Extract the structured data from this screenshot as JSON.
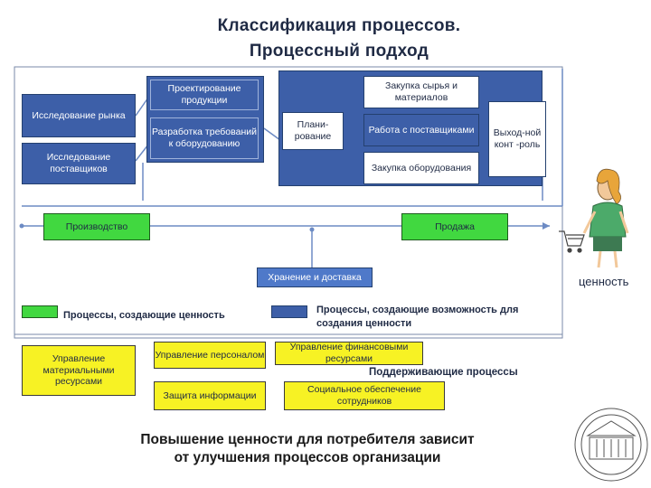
{
  "title": {
    "line1": "Классификация процессов.",
    "line2": "Процессный подход"
  },
  "boxes": {
    "market_research": "Исследование рынка",
    "supplier_research": "Исследование поставщиков",
    "product_design": "Проектирование продукции",
    "equipment_req": "Разработка требований к оборудованию",
    "planning": "Плани-рование",
    "purchase_raw": "Закупка сырья и материалов",
    "supplier_work": "Работа с поставщиками",
    "purchase_equipment": "Закупка оборудования",
    "output_control": "Выход-ной конт -роль",
    "production": "Производство",
    "sales": "Продажа",
    "storage": "Хранение и доставка"
  },
  "legend": {
    "value_processes": "Процессы, создающие ценность",
    "enabling_processes": "Процессы, создающие возможность для создания ценности",
    "supporting_processes": "Поддерживающие процессы"
  },
  "support_boxes": {
    "material_mgmt": "Управление материальными ресурсами",
    "hr_mgmt": "Управление персоналом",
    "finance_mgmt": "Управление финансовыми ресурсами",
    "info_protection": "Защита информации",
    "social_security": "Социальное обеспечение сотрудников"
  },
  "value_label": "ценность",
  "footer": {
    "line1": "Повышение ценности для потребителя зависит",
    "line2": "от улучшения процессов организации"
  },
  "colors": {
    "blue": "#3d5fa8",
    "green": "#41d840",
    "yellow": "#f7f224",
    "outline": "#24406f"
  }
}
